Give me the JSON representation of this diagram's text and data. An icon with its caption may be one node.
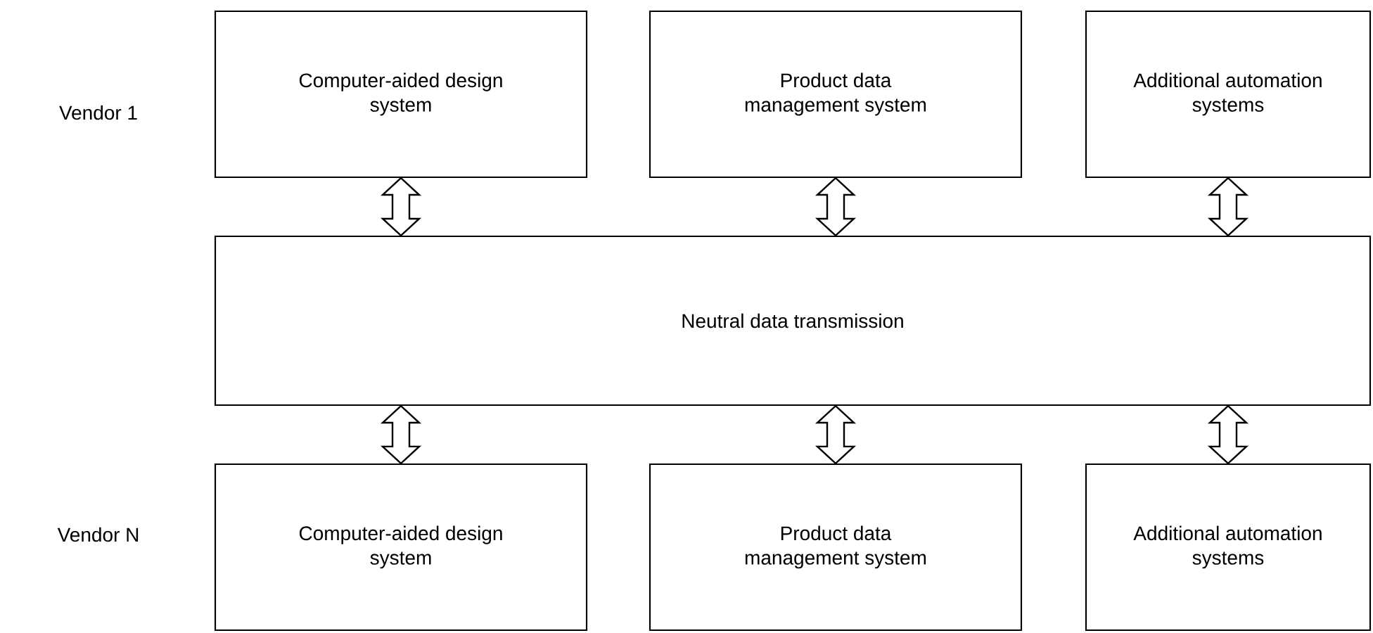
{
  "diagram": {
    "nodes": [
      {
        "text": [
          "Computer-aided design system"
        ]
      },
      {
        "text": [
          "Product data management system"
        ]
      },
      {
        "text": [
          "Additional automation systems"
        ]
      },
      {
        "text": [
          "Neutral data transmission"
        ]
      },
      {
        "text": [
          "Computer-aided design system"
        ]
      },
      {
        "text": [
          "Product data management system"
        ]
      },
      {
        "text": [
          "Additional automation systems"
        ]
      }
    ],
    "edges": [
      {
        "from": 0,
        "to": 3,
        "arrow": "both"
      },
      {
        "from": 1,
        "to": 3,
        "arrow": "both"
      },
      {
        "from": 2,
        "to": 3,
        "arrow": "both"
      },
      {
        "from": 3,
        "to": 4,
        "arrow": "both"
      },
      {
        "from": 3,
        "to": 5,
        "arrow": "both"
      },
      {
        "from": 3,
        "to": 6,
        "arrow": "both"
      }
    ],
    "labels": [
      "Vendor 1",
      "Vendor N"
    ]
  }
}
